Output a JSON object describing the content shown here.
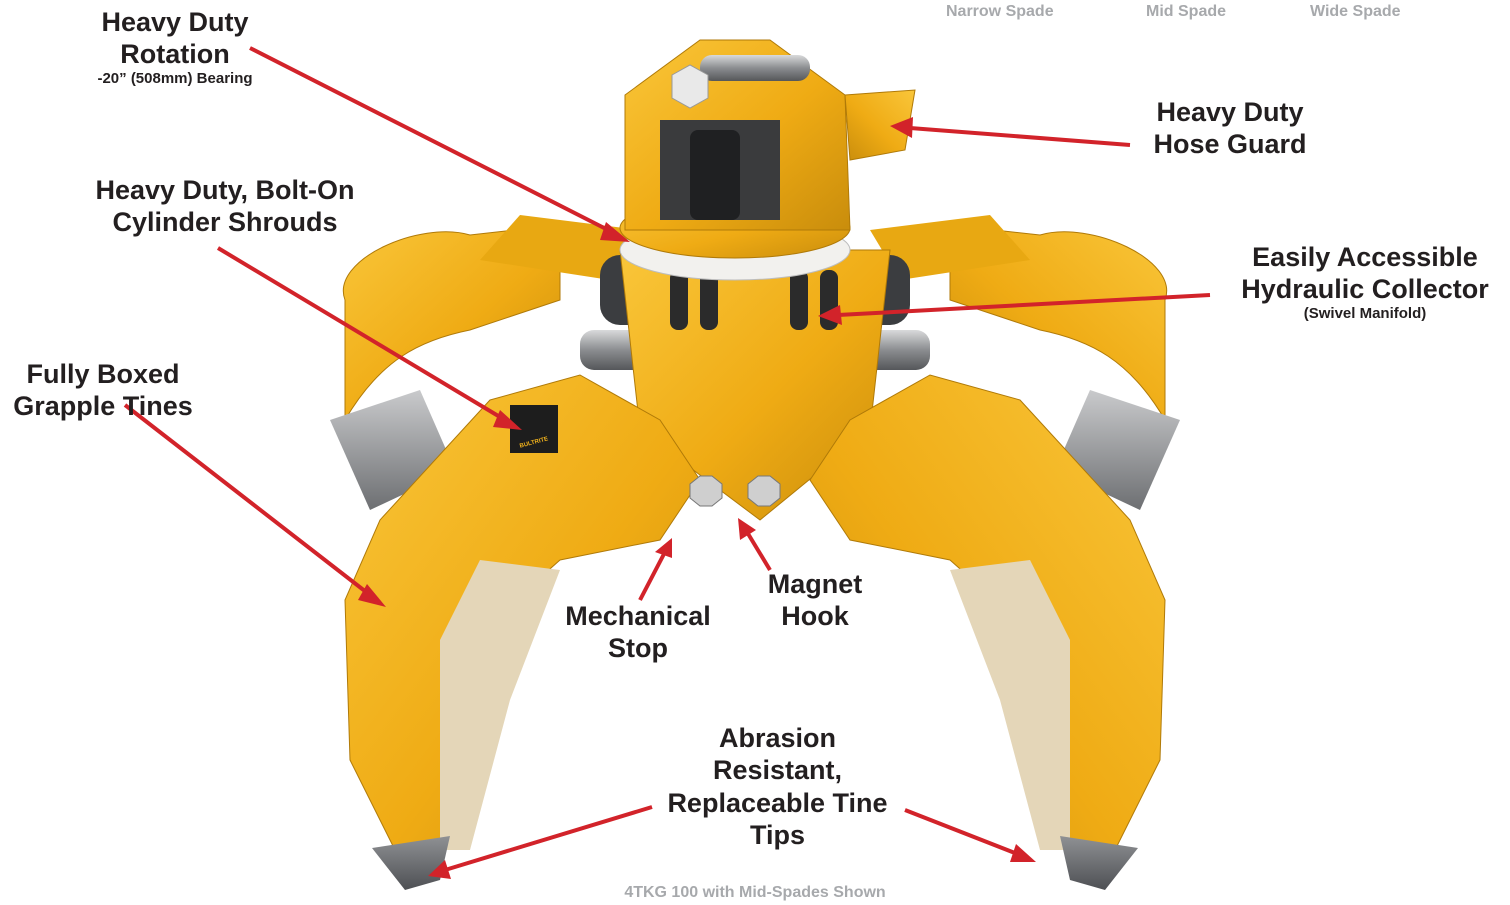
{
  "tabs": [
    "Narrow Spade",
    "Mid Spade",
    "Wide Spade"
  ],
  "labels": {
    "rotation": {
      "line1": "Heavy Duty",
      "line2": "Rotation",
      "sub": "-20” (508mm) Bearing"
    },
    "shrouds": {
      "line1": "Heavy Duty, Bolt-On",
      "line2": "Cylinder Shrouds"
    },
    "tines": {
      "line1": "Fully Boxed",
      "line2": "Grapple Tines"
    },
    "hose_guard": {
      "line1": "Heavy Duty",
      "line2": "Hose Guard"
    },
    "collector": {
      "line1": "Easily Accessible",
      "line2": "Hydraulic Collector",
      "sub": "(Swivel Manifold)"
    },
    "magnet": {
      "line1": "Magnet",
      "line2": "Hook"
    },
    "stop": {
      "line1": "Mechanical",
      "line2": "Stop"
    },
    "tips": {
      "line1": "Abrasion",
      "line2": "Resistant,",
      "line3": "Replaceable Tine",
      "line4": "Tips"
    }
  },
  "logo_text": "BULTRITE",
  "caption": "4TKG 100 with Mid-Spades Shown",
  "colors": {
    "arrow": "#d2232a",
    "body_yellow": "#f2b31c",
    "body_shadow": "#c98d0c",
    "steel": "#7d7f82",
    "tab_gray": "#a7a9ac",
    "label_dark": "#231f20"
  }
}
